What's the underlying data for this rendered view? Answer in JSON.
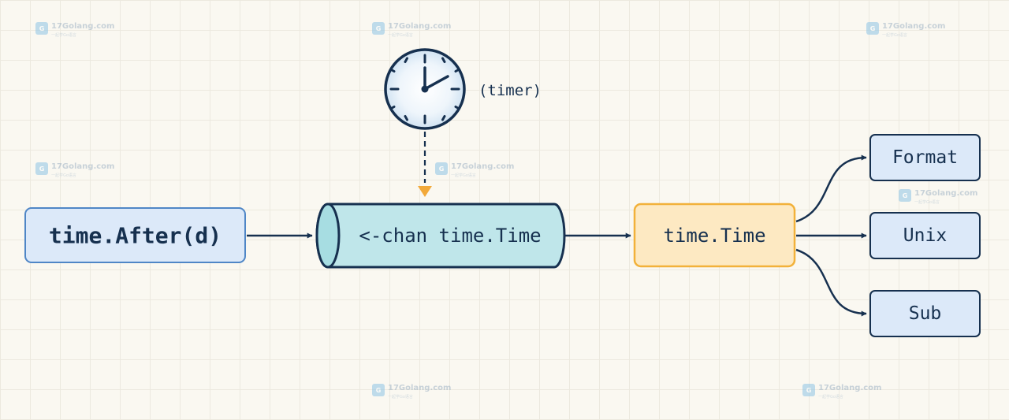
{
  "nodes": {
    "source": "time.After(d)",
    "channel": "<-chan time.Time",
    "value": "time.Time",
    "method_format": "Format",
    "method_unix": "Unix",
    "method_sub": "Sub"
  },
  "timer_label": "(timer)",
  "icons": {
    "clock": "clock-icon",
    "watermark_logo": "17golang-logo-icon"
  },
  "watermark": {
    "site": "17Golang.com",
    "sub": "一起学Go语言"
  },
  "colors": {
    "stroke": "#16304f",
    "blue_fill": "#dce9f9",
    "blue_border": "#4f86c6",
    "channel_fill": "#bfe6ea",
    "value_fill": "#fde9c2",
    "value_border": "#f2b13a",
    "dashed_arrow_head": "#f2a93a"
  }
}
